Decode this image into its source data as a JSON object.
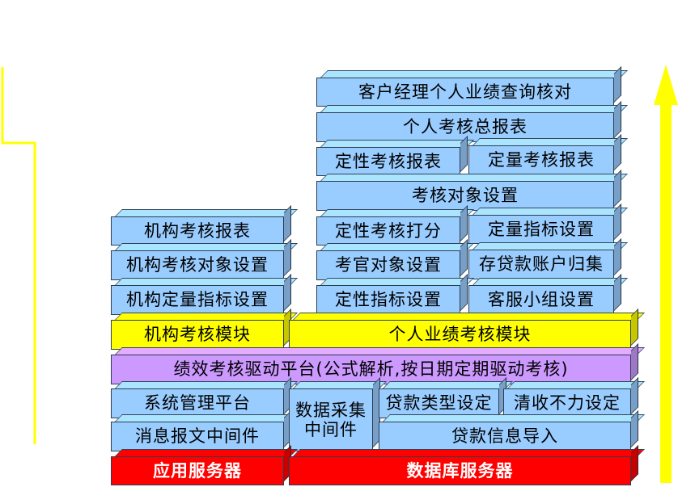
{
  "colors": {
    "blue": "#99ccff",
    "yellow": "#ffff00",
    "purple": "#cc99ff",
    "red": "#ff0000",
    "arrow": "#ffff00"
  },
  "blocks": {
    "customer_manager_query": "客户经理个人业绩查询核对",
    "personal_total_report": "个人考核总报表",
    "qualitative_report": "定性考核报表",
    "quantitative_report": "定量考核报表",
    "assessment_object_setup": "考核对象设置",
    "qualitative_scoring": "定性考核打分",
    "quantitative_indicator_setup": "定量指标设置",
    "examiner_object_setup": "考官对象设置",
    "deposit_loan_account_attribution": "存贷款账户归集",
    "qualitative_indicator_setup": "定性指标设置",
    "service_group_setup": "客服小组设置",
    "org_report": "机构考核报表",
    "org_object_setup": "机构考核对象设置",
    "org_quantitative_setup": "机构定量指标设置",
    "org_module": "机构考核模块",
    "personal_module": "个人业绩考核模块",
    "drive_platform": "绩效考核驱动平台(公式解析,按日期定期驱动考核)",
    "system_mgmt": "系统管理平台",
    "message_middleware": "消息报文中间件",
    "data_collection": "数据采集\n中间件",
    "loan_type_setup": "贷款类型设定",
    "collection_failure_setup": "清收不力设定",
    "loan_info_import": "贷款信息导入",
    "app_server": "应用服务器",
    "db_server": "数据库服务器"
  }
}
